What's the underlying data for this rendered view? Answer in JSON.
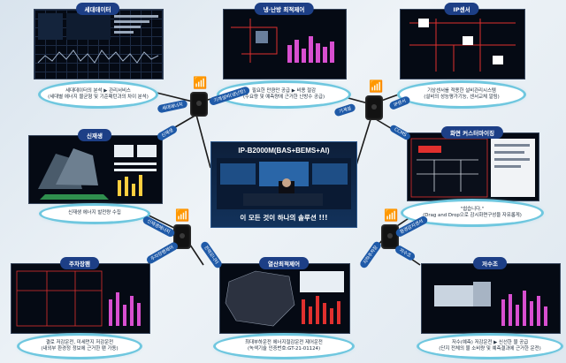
{
  "center": {
    "title": "IP-B2000M(BAS+BEMS+AI)",
    "tagline": "이 모든 것이 하나의 솔루션 !!!"
  },
  "modules": {
    "big_data": {
      "title": "세대데이터",
      "caption": [
        "세대데이터의 분석 ▶ 관리서비스",
        "(세대별 에너지 물균형 및 기준패턴과의 차이 분석)"
      ]
    },
    "hvac": {
      "title": "냉·난방 최적제어",
      "caption": [
        "필요한 만큼만 공급 ▶ 비용 절감",
        "(수요량 및 예측량에 근거한 난방수 공급)"
      ]
    },
    "ip_sensor": {
      "title": "IP센서",
      "caption": [
        "기상센서를 적용한 설비관리시스템",
        "(설비의 성능평가기능, 센서교체 알림)"
      ]
    },
    "renewable": {
      "title": "신재생",
      "caption": [
        "신재생 에너지 발전량 수집"
      ]
    },
    "custom_screen": {
      "title": "화면 커스터마이징",
      "caption": [
        "\"쉽습니다.\"",
        "(Drag and Drop으로 감시화면구성을 자유롭게)"
      ]
    },
    "parking": {
      "title": "주차장팬",
      "caption": [
        "결로 저감운전, 미세먼지 저감운전",
        "(내외부 환경정 정보에 근거한 팬 가동)"
      ]
    },
    "heat_source": {
      "title": "열산최적제어",
      "caption": [
        "최대부하운전 에너지절감운전 제어운전",
        "(녹색기술 인증번호:GT-21-01124)"
      ]
    },
    "water_tank": {
      "title": "저수조",
      "caption": [
        "저수(예측) 저감운전 ▶ 신선한 물 공급",
        "(단지 전체의 물 소비량 및 예측결과에 근거한 운전)"
      ]
    }
  },
  "links": {
    "big_data_1": "세대에너지",
    "big_data_2": "기계설비(냉난방)",
    "ip_sensor_link": "IP센서",
    "climate_link": "기계설",
    "renewable_link": "신재생",
    "cctv_link": "CCMS",
    "renewable_energy": "신재생에너지",
    "parking_fan": "주차장팬제어",
    "power_link": "전력모니터",
    "heat_link": "지하주차장",
    "water_link": "저수조",
    "water_env": "환경감지센서"
  },
  "colors": {
    "title_pill": "#1d3f86",
    "link_pill": "#1f5aa8",
    "caption_glow": "#6fc7df",
    "screen_bg": "#050a14",
    "center_bg": "#0d1f3a",
    "accent_magenta": "#d84fd0",
    "accent_red": "#e0302e"
  }
}
